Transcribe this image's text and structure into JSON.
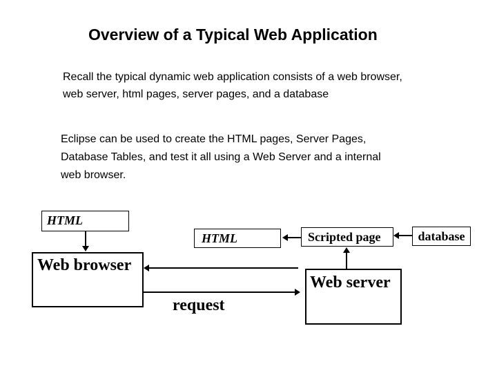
{
  "slide": {
    "title": "Overview of a Typical Web Application",
    "paragraphs": {
      "intro": "Recall the typical dynamic web application consists of a web browser,\nweb server, html pages, server pages, and a database",
      "eclipse": "Eclipse can be used to create the HTML pages, Server Pages,\nDatabase Tables, and test it all using a Web Server and a internal\nweb browser."
    }
  },
  "diagram": {
    "nodes": {
      "html_top": {
        "label": "HTML"
      },
      "web_browser": {
        "label": "Web browser"
      },
      "html_mid": {
        "label": "HTML"
      },
      "scripted_page": {
        "label": "Scripted page"
      },
      "database": {
        "label": "database"
      },
      "web_server": {
        "label": "Web server"
      }
    },
    "edge_labels": {
      "request": "request"
    },
    "colors": {
      "background": "#ffffff",
      "stroke": "#000000",
      "text": "#000000"
    }
  }
}
